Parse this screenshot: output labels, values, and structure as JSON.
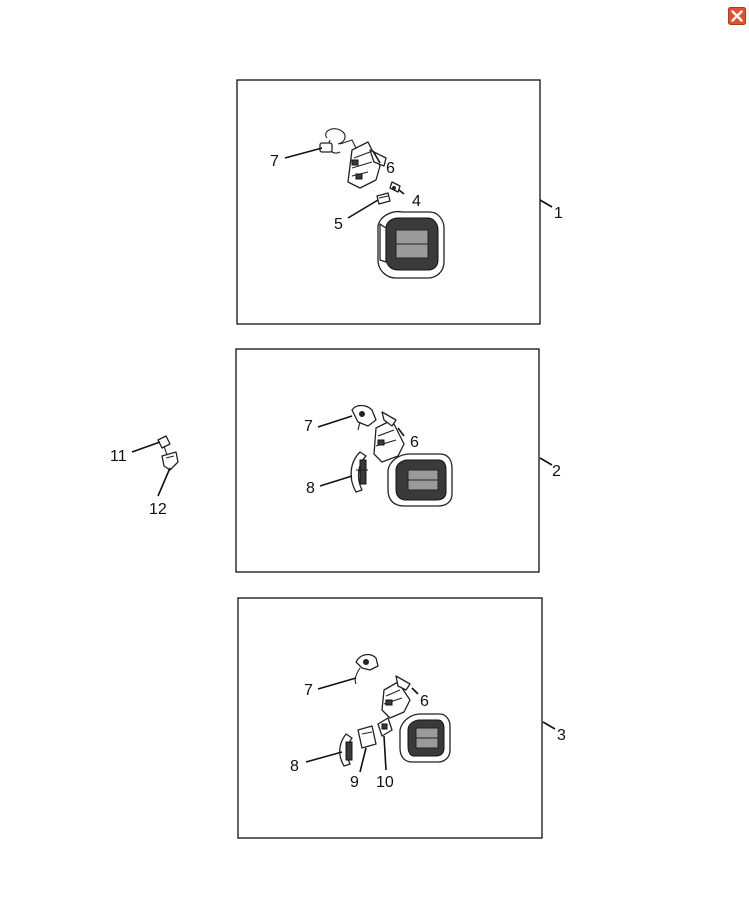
{
  "window": {
    "close_icon": "close-icon",
    "close_color": "#e2502f"
  },
  "callouts": {
    "p1_label": "1",
    "p2_label": "2",
    "p3_label": "3",
    "p4_label": "4",
    "p5_label": "5",
    "p6a_label": "6",
    "p6b_label": "6",
    "p6c_label": "6",
    "p7a_label": "7",
    "p7b_label": "7",
    "p7c_label": "7",
    "p8a_label": "8",
    "p8b_label": "8",
    "p9_label": "9",
    "p10_label": "10",
    "p11_label": "11",
    "p12_label": "12"
  }
}
